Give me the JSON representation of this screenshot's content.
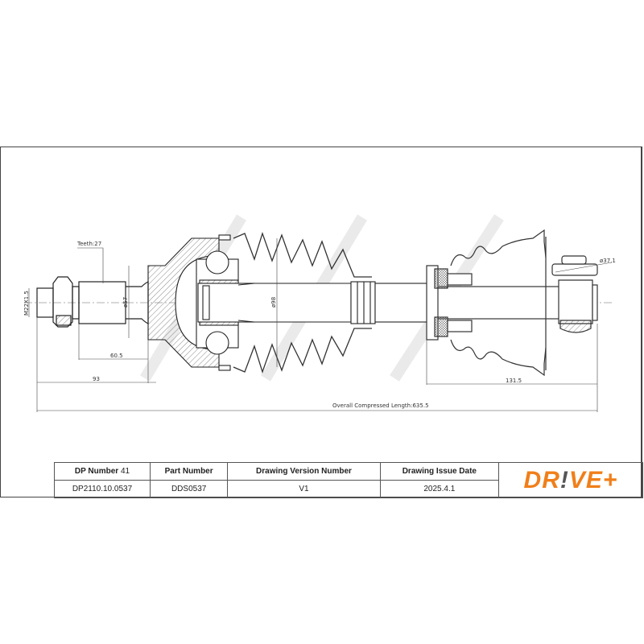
{
  "drawing": {
    "labels": {
      "teeth": "Teeth:27",
      "thread": "M22X1.5",
      "dia_57": "ø57",
      "dia_98": "ø98",
      "dia_37_1": "ø37.1",
      "dim_60_5": "60.5",
      "dim_93": "93",
      "dim_131_5": "131.5",
      "overall": "Overall Compressed Length:635.5"
    },
    "watermark": "DRIVE+"
  },
  "title_block": {
    "headers": {
      "dp_number": "DP Number",
      "dp_number_suffix": "41",
      "part_number": "Part Number",
      "drawing_version": "Drawing Version Number",
      "issue_date": "Drawing Issue Date"
    },
    "values": {
      "dp_number": "DP2110.10.0537",
      "part_number": "DDS0537",
      "drawing_version": "V1",
      "issue_date": "2025.4.1"
    },
    "logo": {
      "part1": "DR",
      "bang": "!",
      "part2": "VE+",
      "color": "#f07f1a",
      "accent": "#555555"
    }
  }
}
